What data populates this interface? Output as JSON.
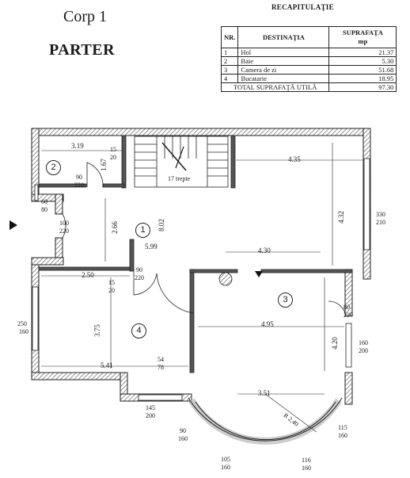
{
  "header": {
    "corp": "Corp 1",
    "level": "PARTER",
    "recap_title": "RECAPITULAŢIE"
  },
  "table": {
    "headers": {
      "nr": "NR.",
      "dest": "DESTINAŢIA",
      "sup": "SUPRAFAŢA",
      "unit": "mp"
    },
    "rows": [
      {
        "nr": "1",
        "dest": "Hol",
        "sup": "21.37"
      },
      {
        "nr": "2",
        "dest": "Baie",
        "sup": "5.30"
      },
      {
        "nr": "3",
        "dest": "Camera de zi",
        "sup": "51.68"
      },
      {
        "nr": "4",
        "dest": "Bucatarie",
        "sup": "18.95"
      }
    ],
    "total_label": "TOTAL SUPRAFAŢĂ UTILĂ",
    "total_value": "97.30"
  },
  "rooms": {
    "r1": "1",
    "r2": "2",
    "r3": "3",
    "r4": "4"
  },
  "dims": {
    "d319": "3.19",
    "d167": "1.67",
    "d15_20a": "15",
    "d15_20b": "20",
    "d90_220a": "90",
    "d90_220b": "220",
    "d60": "60",
    "d80": "80",
    "d100": "100",
    "d220c": "220",
    "d266": "2.66",
    "d802": "8.02",
    "d599": "5.99",
    "d435": "4.35",
    "d432": "4.32",
    "d430": "4.30",
    "d330": "330",
    "d210": "210",
    "d250": "2.50",
    "d15b": "15",
    "d20b": "20",
    "d90b": "90",
    "d220b": "220",
    "d250w": "250",
    "d160w": "160",
    "d375": "3.75",
    "d541": "5.41",
    "d54": "54",
    "d78": "78",
    "d145": "145",
    "d200": "200",
    "d495": "4.95",
    "d420": "4.20",
    "d351": "3.51",
    "dR": "R 2.40",
    "d80b": "80",
    "d220d": "220",
    "d160a": "160",
    "d200b": "200",
    "d115": "115",
    "d160b": "160",
    "d90c": "90",
    "d160c": "160",
    "d105": "105",
    "d160d": "160",
    "d116": "116",
    "d160e": "160",
    "stairs": "17 trepte"
  }
}
